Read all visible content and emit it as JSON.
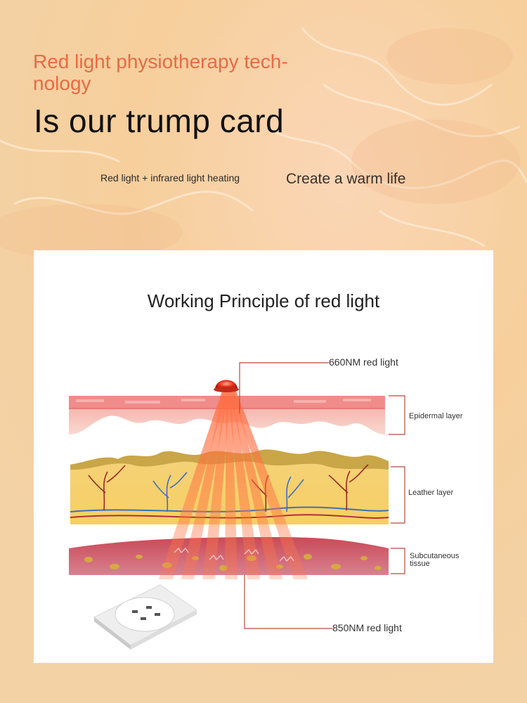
{
  "header": {
    "subtitle": "Red light physiotherapy tech-nology",
    "title": "Is our trump card"
  },
  "taglines": {
    "left": "Red light + infrared light heating",
    "right": "Create a warm life"
  },
  "diagram": {
    "title": "Working Principle of red light",
    "callouts": {
      "top": "660NM red light",
      "bottom": "850NM red light"
    },
    "layers": {
      "epidermal": "Epidermal layer",
      "leather": "Leather layer",
      "subcutaneous": "Subcutaneous tissue"
    }
  },
  "colors": {
    "accent_orange": "#e96a45",
    "beam_red": "#e8452a",
    "fat_yellow": "#f2c24a",
    "skin_pink": "#f4b6ab",
    "panel_bg": "#ffffff"
  },
  "icons": {
    "led_bulb": "red-led-icon",
    "led_chip": "led-chip-icon"
  }
}
